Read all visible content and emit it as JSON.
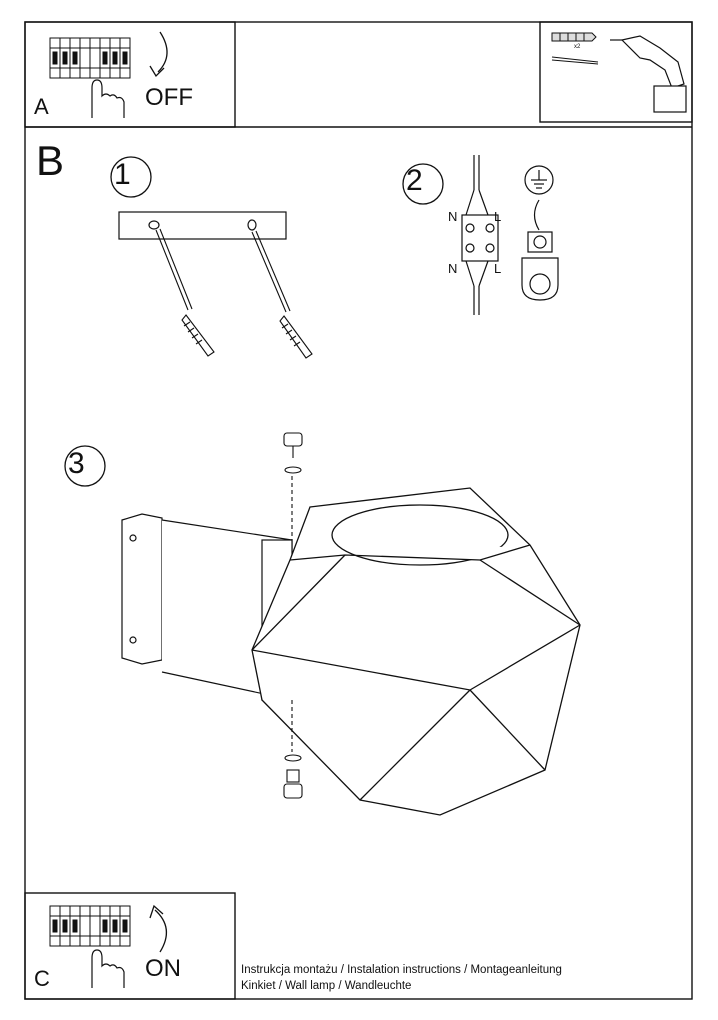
{
  "sections": {
    "a": {
      "letter": "A",
      "action": "OFF"
    },
    "b": {
      "letter": "B"
    },
    "c": {
      "letter": "C",
      "action": "ON"
    }
  },
  "tools": {
    "quantity": "x2"
  },
  "steps": [
    {
      "number": "1"
    },
    {
      "number": "2",
      "wires": {
        "neutral": "N",
        "live": "L"
      }
    },
    {
      "number": "3"
    }
  ],
  "footer": {
    "line1": "Instrukcja montażu / Instalation instructions / Montageanleitung",
    "line2": "Kinkiet  / Wall lamp / Wandleuchte"
  }
}
